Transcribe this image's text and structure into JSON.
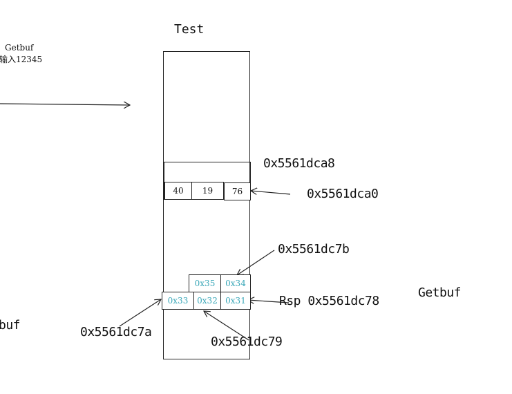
{
  "title": "Test",
  "left_note": {
    "line1": "Getbuf",
    "line2": "输入12345"
  },
  "left_partial_label": "buf",
  "right_label": "Getbuf",
  "upper_cells": [
    {
      "value": "40"
    },
    {
      "value": "19"
    },
    {
      "value": "76"
    }
  ],
  "lower_cells_top": [
    {
      "value": "0x35"
    },
    {
      "value": "0x34"
    }
  ],
  "lower_cells_bottom": [
    {
      "value": "0x33"
    },
    {
      "value": "0x32"
    },
    {
      "value": "0x31"
    }
  ],
  "addresses": {
    "a8": "0x5561dca8",
    "a0": "0x5561dca0",
    "d7b": "0x5561dc7b",
    "rsp": "Rsp 0x5561dc78",
    "d7a": "0x5561dc7a",
    "d79": "0x5561dc79"
  },
  "colors": {
    "line": "#222222",
    "byte_text": "#3aa7b8"
  }
}
